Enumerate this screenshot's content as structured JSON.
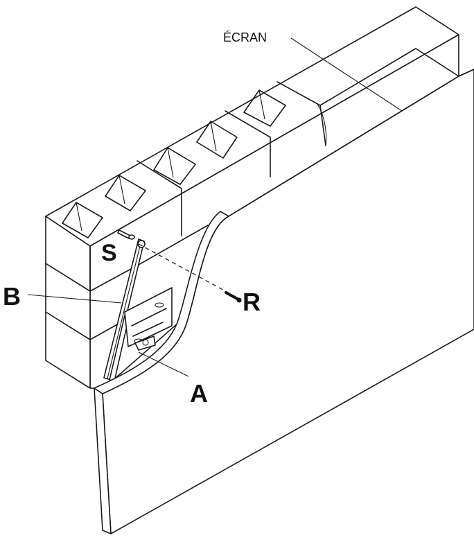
{
  "labels": {
    "screen": "ÉCRAN",
    "s": "S",
    "b": "B",
    "r": "R",
    "a": "A"
  }
}
